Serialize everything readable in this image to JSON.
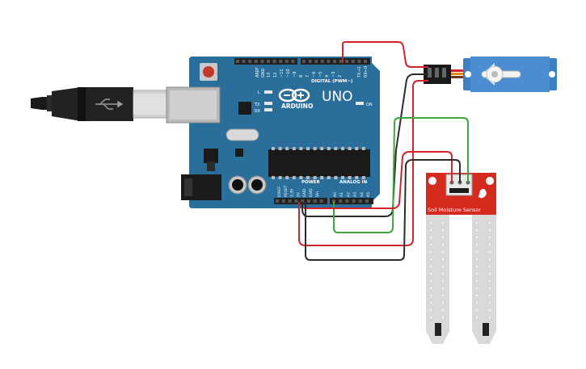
{
  "arduino": {
    "logo_text": "ARDUINO",
    "model": "UNO",
    "on_label": "ON",
    "digital_header": "DIGITAL (PWM~)",
    "power_header": "POWER",
    "analog_header": "ANALOG IN",
    "aref": "AREF",
    "gnd": "GND",
    "tx": "TX",
    "rx": "RX",
    "l": "L",
    "digital_pins": [
      "13",
      "12",
      "~11",
      "~10",
      "~9",
      "8",
      "7",
      "~6",
      "~5",
      "4",
      "~3",
      "2",
      "TX→1",
      "RX←0"
    ],
    "power_pins": [
      "IOREF",
      "RESET",
      "3.3V",
      "5V",
      "GND",
      "GND",
      "Vin"
    ],
    "analog_pins": [
      "A0",
      "A1",
      "A2",
      "A3",
      "A4",
      "A5"
    ]
  },
  "sensor": {
    "label": "Soil Moisture Sensor"
  },
  "colors": {
    "board": "#2a6e9b",
    "board_dark": "#1f5a80",
    "wire_red": "#d4232a",
    "wire_black": "#2b2b2b",
    "wire_green": "#3aa83e",
    "sensor_red": "#d52a1e",
    "servo_blue": "#3e7fc4"
  }
}
